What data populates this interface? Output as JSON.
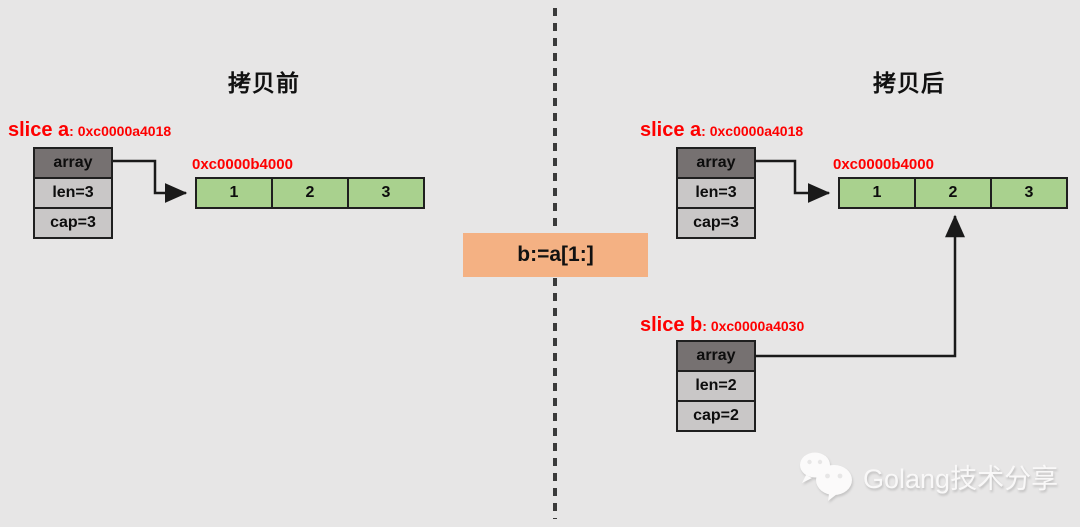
{
  "colors": {
    "background": "#E7E6E6",
    "red_accent": "#FE0000",
    "array_green": "#A9D18E",
    "op_orange": "#F4B183",
    "struct_header_gray": "#767171",
    "struct_cell_gray": "#C9C7C7"
  },
  "titles": {
    "before": "拷贝前",
    "after": "拷贝后"
  },
  "operation": {
    "label": "b:=a[1:]"
  },
  "before": {
    "slice_a": {
      "name": "slice a",
      "address": ": 0xc0000a4018",
      "fields": [
        "array",
        "len=3",
        "cap=3"
      ]
    },
    "heap": {
      "address": "0xc0000b4000",
      "values": [
        "1",
        "2",
        "3"
      ]
    }
  },
  "after": {
    "slice_a": {
      "name": "slice a",
      "address": ": 0xc0000a4018",
      "fields": [
        "array",
        "len=3",
        "cap=3"
      ]
    },
    "heap": {
      "address": "0xc0000b4000",
      "values": [
        "1",
        "2",
        "3"
      ]
    },
    "slice_b": {
      "name": "slice b",
      "address": ": 0xc0000a4030",
      "fields": [
        "array",
        "len=2",
        "cap=2"
      ]
    }
  },
  "watermark": {
    "icon": "wechat",
    "text": "Golang技术分享"
  }
}
